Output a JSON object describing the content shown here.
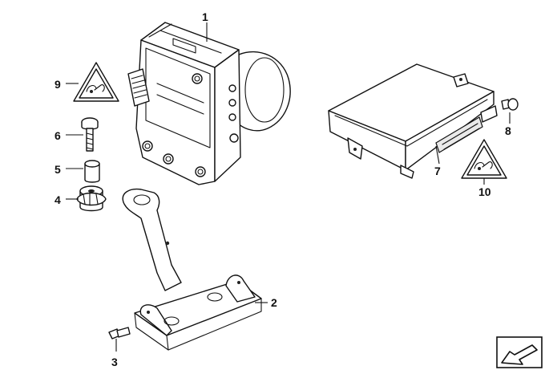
{
  "callouts": {
    "c1": "1",
    "c2": "2",
    "c3": "3",
    "c4": "4",
    "c5": "5",
    "c6": "6",
    "c7": "7",
    "c8": "8",
    "c9": "9",
    "c10": "10"
  },
  "icons": {
    "warning_triangle": "electrostatic-warning-icon",
    "nav_corner": "arrow-corner-icon"
  },
  "colors": {
    "line": "#111111",
    "background": "#ffffff"
  }
}
